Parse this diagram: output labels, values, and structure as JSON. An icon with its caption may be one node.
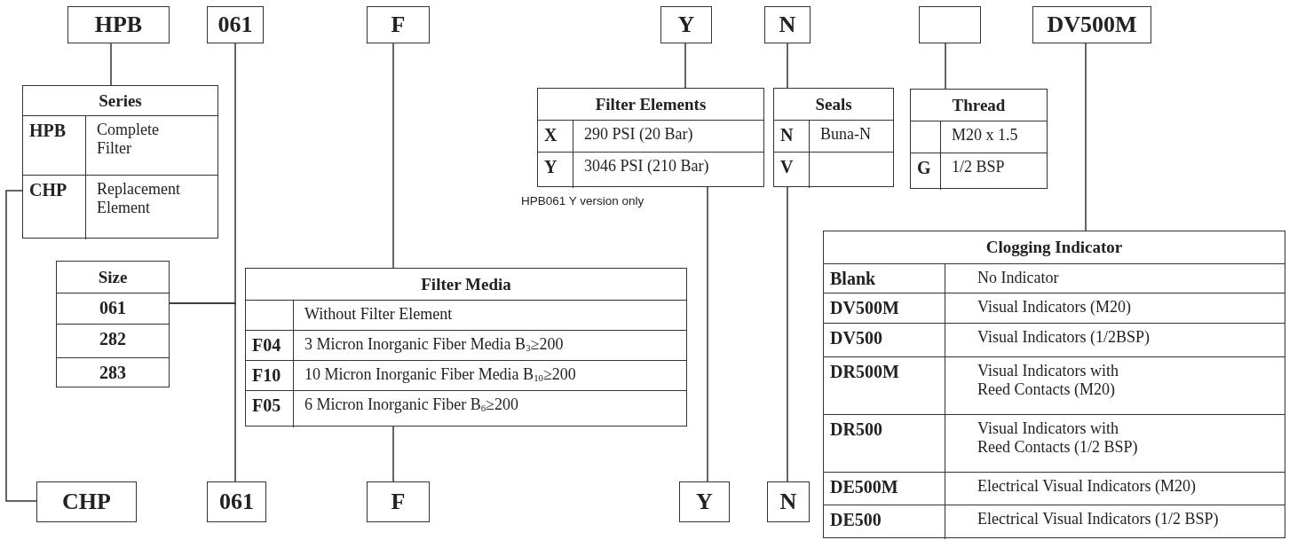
{
  "diagram": {
    "nodes": [
      {
        "text": [
          "HPB"
        ]
      },
      {
        "text": [
          "061"
        ]
      },
      {
        "text": [
          "F"
        ]
      },
      {
        "text": [
          "Y"
        ]
      },
      {
        "text": [
          "N"
        ]
      },
      {
        "text": [],
        "shape": "box"
      },
      {
        "text": [
          "DV500M"
        ]
      },
      {
        "text": [
          "Series"
        ]
      },
      {
        "text": [
          "HPB",
          "Complete Filter"
        ],
        "in": 7
      },
      {
        "text": [
          "CHP",
          "Replacement Element"
        ],
        "in": 7
      },
      {
        "text": [
          "Filter Elements"
        ]
      },
      {
        "text": [
          "X",
          "290 PSI (20 Bar)"
        ],
        "in": 10
      },
      {
        "text": [
          "Y",
          "3046 PSI (210 Bar)"
        ],
        "in": 10
      },
      {
        "text": [
          "Seals"
        ]
      },
      {
        "text": [
          "N",
          "Buna-N"
        ],
        "in": 13
      },
      {
        "text": [
          "V"
        ],
        "in": 13
      },
      {
        "text": [
          "Thread"
        ]
      },
      {
        "text": [
          "M20 x 1.5"
        ],
        "in": 16
      },
      {
        "text": [
          "G",
          "1/2 BSP"
        ],
        "in": 16
      },
      {
        "text": [
          "Clogging Indicator"
        ]
      },
      {
        "text": [
          "Blank",
          "No Indicator"
        ],
        "in": 19
      },
      {
        "text": [
          "DV500M",
          "Visual Indicators (M20)"
        ],
        "in": 19
      },
      {
        "text": [
          "DV500",
          "Visual Indicators (1/2BSP)"
        ],
        "in": 19
      },
      {
        "text": [
          "DR500M",
          "Visual Indicators with Reed Contacts (M20)"
        ],
        "in": 19
      },
      {
        "text": [
          "DR500",
          "Visual Indicators with Reed Contacts (1/2 BSP)"
        ],
        "in": 19
      },
      {
        "text": [
          "DE500M",
          "Electrical Visual Indicators (M20)"
        ],
        "in": 19
      },
      {
        "text": [
          "DE500",
          "Electrical Visual Indicators (1/2 BSP)"
        ],
        "in": 19
      },
      {
        "text": [
          "Size"
        ]
      },
      {
        "text": [
          "061"
        ],
        "in": 27
      },
      {
        "text": [
          "282"
        ],
        "in": 27
      },
      {
        "text": [
          "283"
        ],
        "in": 27
      },
      {
        "text": [
          "Filter Media"
        ]
      },
      {
        "text": [
          "Without Filter Element"
        ],
        "in": 31
      },
      {
        "text": [
          "F04",
          "3 Micron Inorganic Fiber Media B$_{3}$≥200"
        ],
        "in": 31
      },
      {
        "text": [
          "F10",
          "10 Micron Inorganic Fiber Media B$_{10}$≥200"
        ],
        "in": 31
      },
      {
        "text": [
          "F05",
          "6 Micron Inorganic Fiber B$_{6}$≥200"
        ],
        "in": 31
      },
      {
        "text": [
          "CHP"
        ]
      },
      {
        "text": [
          "061"
        ]
      },
      {
        "text": [
          "F"
        ]
      },
      {
        "text": [
          "Y"
        ]
      },
      {
        "text": [
          "N"
        ]
      }
    ],
    "edges": [
      {
        "from": 0,
        "to": 7,
        "arrow": "none"
      },
      {
        "from": 1,
        "to": 27,
        "arrow": "none"
      },
      {
        "from": 27,
        "to": 37,
        "arrow": "none"
      },
      {
        "from": 2,
        "to": 31,
        "arrow": "none"
      },
      {
        "from": 31,
        "to": 38,
        "arrow": "none"
      },
      {
        "from": 3,
        "to": 10,
        "arrow": "none"
      },
      {
        "from": 10,
        "to": 39,
        "arrow": "none"
      },
      {
        "from": 4,
        "to": 13,
        "arrow": "none"
      },
      {
        "from": 13,
        "to": 40,
        "arrow": "none"
      },
      {
        "from": 5,
        "to": 16,
        "arrow": "none"
      },
      {
        "from": 6,
        "to": 19,
        "arrow": "none"
      },
      {
        "from": 9,
        "to": 36,
        "arrow": "none"
      }
    ],
    "labels": [
      "HPB061 Y version only"
    ]
  }
}
